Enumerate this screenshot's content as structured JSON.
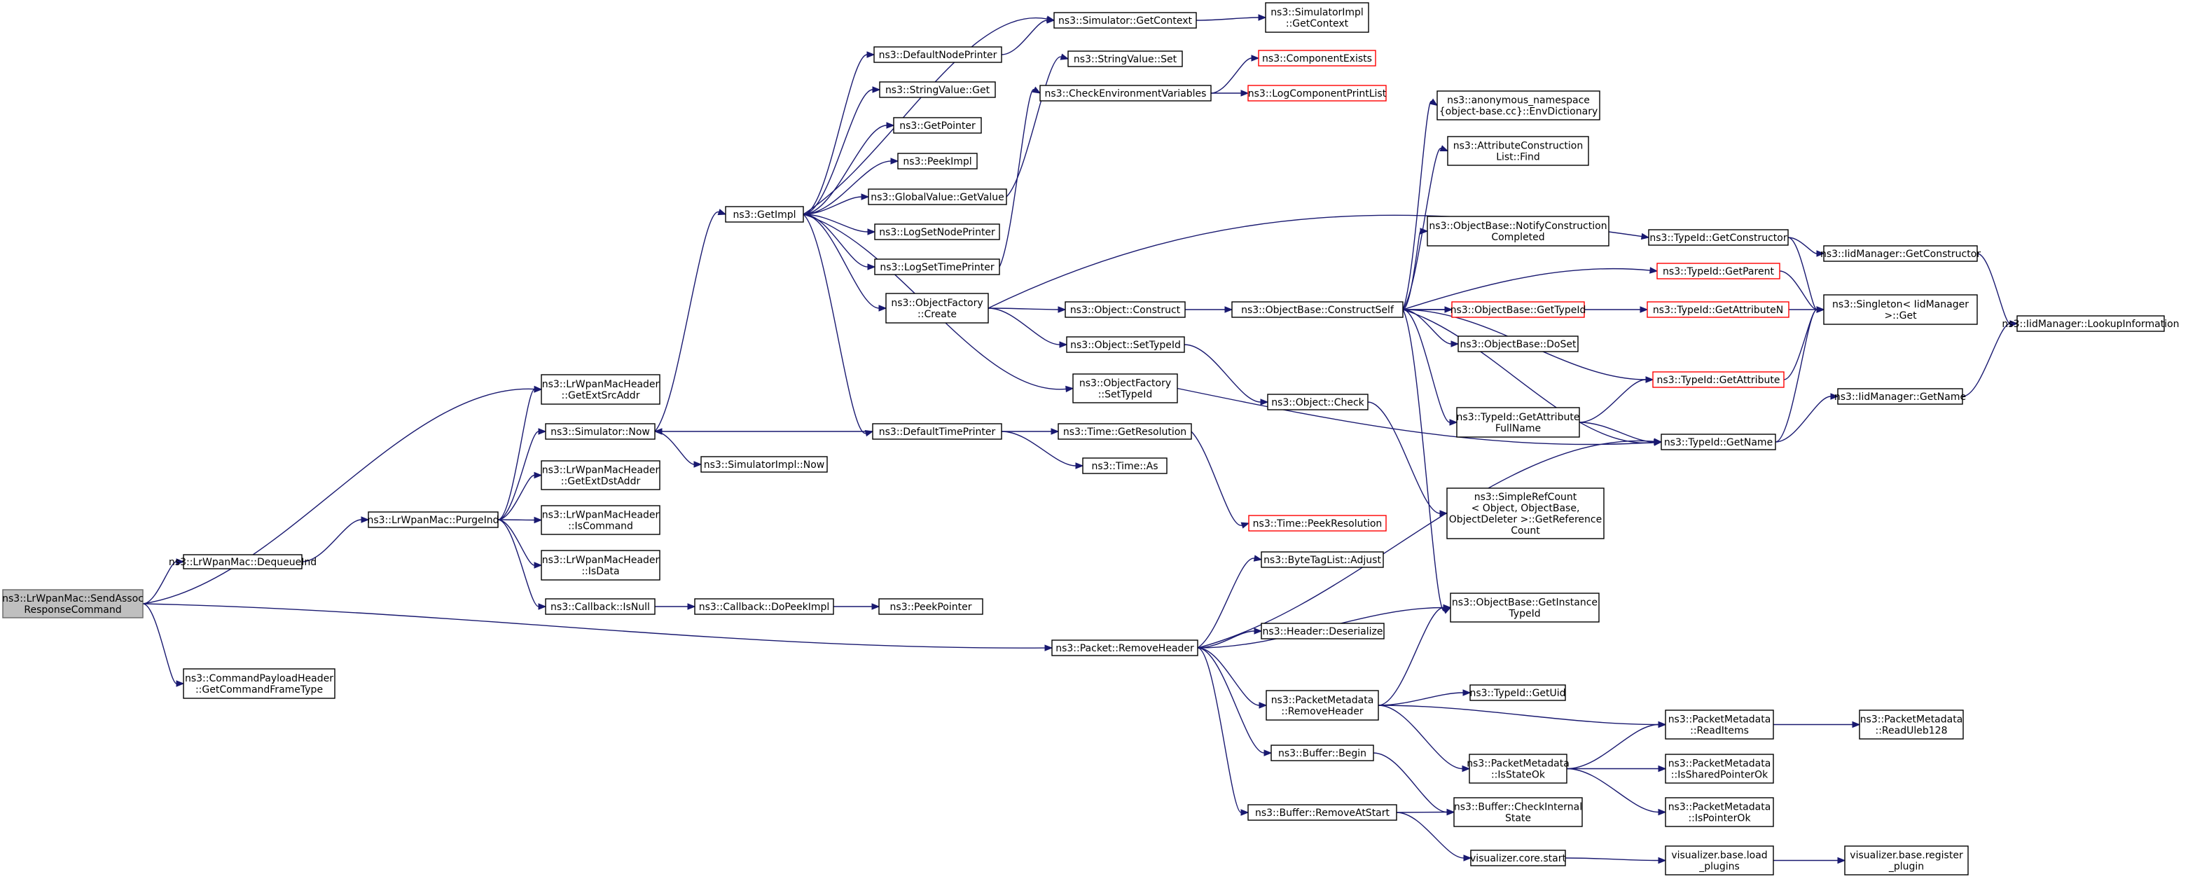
{
  "nodes": [
    {
      "id": "sendassoc",
      "lines": [
        "ns3::LrWpanMac::SendAssoc",
        "ResponseCommand"
      ],
      "root": true
    },
    {
      "id": "dequeueind",
      "lines": [
        "ns3::LrWpanMac::DequeueInd"
      ]
    },
    {
      "id": "cmdpayload",
      "lines": [
        "ns3::CommandPayloadHeader",
        "::GetCommandFrameType"
      ]
    },
    {
      "id": "purgeind",
      "lines": [
        "ns3::LrWpanMac::PurgeInd"
      ]
    },
    {
      "id": "getextsrc",
      "lines": [
        "ns3::LrWpanMacHeader",
        "::GetExtSrcAddr"
      ]
    },
    {
      "id": "simnow",
      "lines": [
        "ns3::Simulator::Now"
      ]
    },
    {
      "id": "getextdst",
      "lines": [
        "ns3::LrWpanMacHeader",
        "::GetExtDstAddr"
      ]
    },
    {
      "id": "iscommand",
      "lines": [
        "ns3::LrWpanMacHeader",
        "::IsCommand"
      ]
    },
    {
      "id": "isdata",
      "lines": [
        "ns3::LrWpanMacHeader",
        "::IsData"
      ]
    },
    {
      "id": "cbisnull",
      "lines": [
        "ns3::Callback::IsNull"
      ]
    },
    {
      "id": "simimplnow",
      "lines": [
        "ns3::SimulatorImpl::Now"
      ]
    },
    {
      "id": "cbdopeek",
      "lines": [
        "ns3::Callback::DoPeekImpl"
      ]
    },
    {
      "id": "peekpointer",
      "lines": [
        "ns3::PeekPointer"
      ]
    },
    {
      "id": "getimpl",
      "lines": [
        "ns3::GetImpl"
      ]
    },
    {
      "id": "defnodeprinter",
      "lines": [
        "ns3::DefaultNodePrinter"
      ]
    },
    {
      "id": "stringvalueget",
      "lines": [
        "ns3::StringValue::Get"
      ]
    },
    {
      "id": "getpointer",
      "lines": [
        "ns3::GetPointer"
      ]
    },
    {
      "id": "peekimpl",
      "lines": [
        "ns3::PeekImpl"
      ]
    },
    {
      "id": "globalvalue",
      "lines": [
        "ns3::GlobalValue::GetValue"
      ]
    },
    {
      "id": "logsetnode",
      "lines": [
        "ns3::LogSetNodePrinter"
      ]
    },
    {
      "id": "logsettime",
      "lines": [
        "ns3::LogSetTimePrinter"
      ]
    },
    {
      "id": "objfactorycreate",
      "lines": [
        "ns3::ObjectFactory",
        "::Create"
      ]
    },
    {
      "id": "deftimeprinter",
      "lines": [
        "ns3::DefaultTimePrinter"
      ]
    },
    {
      "id": "simgetcontext",
      "lines": [
        "ns3::Simulator::GetContext"
      ]
    },
    {
      "id": "simimplgetcontext",
      "lines": [
        "ns3::SimulatorImpl",
        "::GetContext"
      ]
    },
    {
      "id": "stringvalueset",
      "lines": [
        "ns3::StringValue::Set"
      ]
    },
    {
      "id": "checkenv",
      "lines": [
        "ns3::CheckEnvironmentVariables"
      ]
    },
    {
      "id": "compexists",
      "lines": [
        "ns3::ComponentExists"
      ],
      "red": true
    },
    {
      "id": "logcompprint",
      "lines": [
        "ns3::LogComponentPrintList"
      ],
      "red": true
    },
    {
      "id": "objconstruct",
      "lines": [
        "ns3::Object::Construct"
      ]
    },
    {
      "id": "objsettypeid",
      "lines": [
        "ns3::Object::SetTypeId"
      ]
    },
    {
      "id": "objfactorysettypeid",
      "lines": [
        "ns3::ObjectFactory",
        "::SetTypeId"
      ]
    },
    {
      "id": "timegetres",
      "lines": [
        "ns3::Time::GetResolution"
      ]
    },
    {
      "id": "timeas",
      "lines": [
        "ns3::Time::As"
      ]
    },
    {
      "id": "timepeekres",
      "lines": [
        "ns3::Time::PeekResolution"
      ],
      "red": true
    },
    {
      "id": "constructself",
      "lines": [
        "ns3::ObjectBase::ConstructSelf"
      ]
    },
    {
      "id": "objcheck",
      "lines": [
        "ns3::Object::Check"
      ]
    },
    {
      "id": "envdict",
      "lines": [
        "ns3::anonymous_namespace",
        "{object-base.cc}::EnvDictionary"
      ]
    },
    {
      "id": "attrconstr",
      "lines": [
        "ns3::AttributeConstruction",
        "List::Find"
      ]
    },
    {
      "id": "notifyconstr",
      "lines": [
        "ns3::ObjectBase::NotifyConstruction",
        "Completed"
      ]
    },
    {
      "id": "objbasegettypeid",
      "lines": [
        "ns3::ObjectBase::GetTypeId"
      ],
      "red": true
    },
    {
      "id": "objbasedoset",
      "lines": [
        "ns3::ObjectBase::DoSet"
      ]
    },
    {
      "id": "typeidattrfullname",
      "lines": [
        "ns3::TypeId::GetAttribute",
        "FullName"
      ]
    },
    {
      "id": "simplerefcount",
      "lines": [
        "ns3::SimpleRefCount",
        "< Object, ObjectBase,",
        "ObjectDeleter >::GetReference",
        "Count"
      ]
    },
    {
      "id": "typeidgetconstructor",
      "lines": [
        "ns3::TypeId::GetConstructor"
      ]
    },
    {
      "id": "typeidgetparent",
      "lines": [
        "ns3::TypeId::GetParent"
      ],
      "red": true
    },
    {
      "id": "typeidgetattrn",
      "lines": [
        "ns3::TypeId::GetAttributeN"
      ],
      "red": true
    },
    {
      "id": "typeidgetattr",
      "lines": [
        "ns3::TypeId::GetAttribute"
      ],
      "red": true
    },
    {
      "id": "typeidgetname",
      "lines": [
        "ns3::TypeId::GetName"
      ]
    },
    {
      "id": "iidgetconstructor",
      "lines": [
        "ns3::IidManager::GetConstructor"
      ]
    },
    {
      "id": "singletonget",
      "lines": [
        "ns3::Singleton< IidManager",
        ">::Get"
      ]
    },
    {
      "id": "iidgetname",
      "lines": [
        "ns3::IidManager::GetName"
      ]
    },
    {
      "id": "iidlookup",
      "lines": [
        "ns3::IidManager::LookupInformation"
      ]
    },
    {
      "id": "removeheader",
      "lines": [
        "ns3::Packet::RemoveHeader"
      ]
    },
    {
      "id": "bytetagadjust",
      "lines": [
        "ns3::ByteTagList::Adjust"
      ]
    },
    {
      "id": "getinstancetypeid",
      "lines": [
        "ns3::ObjectBase::GetInstance",
        "TypeId"
      ]
    },
    {
      "id": "headerdeser",
      "lines": [
        "ns3::Header::Deserialize"
      ]
    },
    {
      "id": "pmremoveheader",
      "lines": [
        "ns3::PacketMetadata",
        "::RemoveHeader"
      ]
    },
    {
      "id": "bufferbegin",
      "lines": [
        "ns3::Buffer::Begin"
      ]
    },
    {
      "id": "bufferremoveatstart",
      "lines": [
        "ns3::Buffer::RemoveAtStart"
      ]
    },
    {
      "id": "typeidgetuid",
      "lines": [
        "ns3::TypeId::GetUid"
      ]
    },
    {
      "id": "pmisstateok",
      "lines": [
        "ns3::PacketMetadata",
        "::IsStateOk"
      ]
    },
    {
      "id": "buffercheckinternal",
      "lines": [
        "ns3::Buffer::CheckInternal",
        "State"
      ]
    },
    {
      "id": "viscorestart",
      "lines": [
        "visualizer.core.start"
      ]
    },
    {
      "id": "pmreaditems",
      "lines": [
        "ns3::PacketMetadata",
        "::ReadItems"
      ]
    },
    {
      "id": "pmissharedptr",
      "lines": [
        "ns3::PacketMetadata",
        "::IsSharedPointerOk"
      ]
    },
    {
      "id": "pmisptrok",
      "lines": [
        "ns3::PacketMetadata",
        "::IsPointerOk"
      ]
    },
    {
      "id": "pmreaduleb",
      "lines": [
        "ns3::PacketMetadata",
        "::ReadUleb128"
      ]
    },
    {
      "id": "visloadplugins",
      "lines": [
        "visualizer.base.load",
        "_plugins"
      ]
    },
    {
      "id": "visregplugin",
      "lines": [
        "visualizer.base.register",
        "_plugin"
      ]
    }
  ]
}
